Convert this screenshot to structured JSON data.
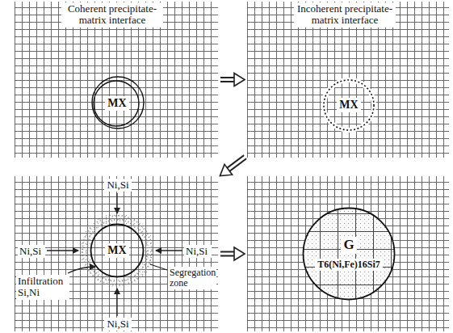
{
  "diagram": {
    "nodes": [
      {
        "text": [
          "Coherent precipitate-matrix interface"
        ]
      },
      {
        "text": [
          "MX"
        ],
        "in": 0
      },
      {
        "text": [
          "Incoherent precipitate-matrix interface"
        ]
      },
      {
        "text": [
          "MX"
        ],
        "in": 2
      },
      {
        "text": [
          "Ni,Si",
          "Ni,Si",
          "Ni,Si",
          "Ni,Si",
          "Infiltration Si,Ni",
          "Segregation zone"
        ]
      },
      {
        "text": [
          "MX"
        ],
        "in": 4
      },
      {
        "text": []
      },
      {
        "text": [
          "G",
          "T6(Ni,Fe)16Si7"
        ],
        "in": 6
      }
    ],
    "edges": [
      {
        "from": 0,
        "to": 2,
        "arrow": "to"
      },
      {
        "from": 2,
        "to": 4,
        "arrow": "to"
      },
      {
        "from": 4,
        "to": 6,
        "arrow": "to"
      }
    ]
  }
}
